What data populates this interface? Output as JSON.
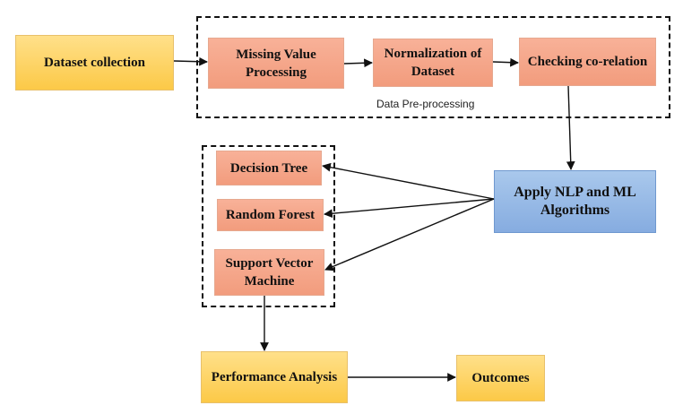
{
  "nodes": {
    "dataset_collection": "Dataset collection",
    "missing_value": "Missing Value Processing",
    "normalization": "Normalization of Dataset",
    "correlation": "Checking co-relation",
    "apply_algorithms": "Apply NLP and ML Algorithms",
    "decision_tree": "Decision Tree",
    "random_forest": "Random Forest",
    "svm": "Support Vector Machine",
    "performance": "Performance Analysis",
    "outcomes": "Outcomes"
  },
  "groups": {
    "preprocessing_label": "Data Pre-processing"
  },
  "colors": {
    "input_output": "#fcd36b",
    "process": "#f4a585",
    "algorithm": "#8fb4e3"
  }
}
